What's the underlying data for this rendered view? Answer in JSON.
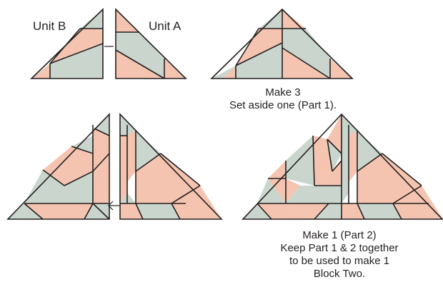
{
  "labels": {
    "unit_b": "Unit B",
    "unit_a": "Unit A"
  },
  "captions": {
    "top_line1": "Make 3",
    "top_line2": "Set aside one (Part 1).",
    "bottom_line1": "Make 1 (Part 2)",
    "bottom_line2": "Keep Part 1 & 2 together",
    "bottom_line3": "to be used to make 1",
    "bottom_line4": "Block Two."
  },
  "colors": {
    "peach": "#f4c4b0",
    "sage": "#cad6cd",
    "outline": "#231f20"
  }
}
